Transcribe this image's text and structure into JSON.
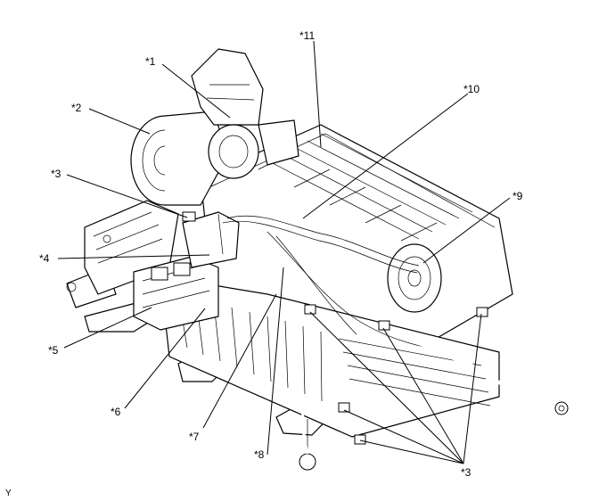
{
  "figure": {
    "corner_mark": "Y"
  },
  "callouts": {
    "c1": "*1",
    "c2": "*2",
    "c3_top": "*3",
    "c4": "*4",
    "c5": "*5",
    "c6": "*6",
    "c7": "*7",
    "c8": "*8",
    "c9": "*9",
    "c10": "*10",
    "c11": "*11",
    "c3_bottom": "*3"
  }
}
